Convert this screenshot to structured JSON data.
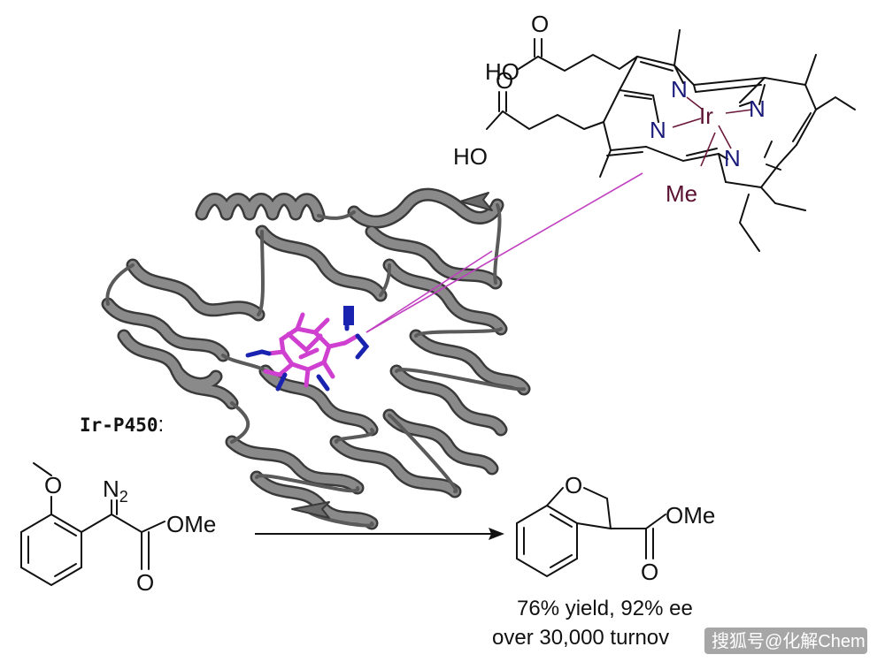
{
  "enzyme_label": "Ir-P450",
  "enzyme_label_colon": ":",
  "cofactor": {
    "acid_group_1": "HO",
    "acid_group_2": "HO",
    "oxygen_1": "O",
    "oxygen_2": "O",
    "nitrogen_1": "N",
    "nitrogen_2": "N",
    "nitrogen_3": "N",
    "nitrogen_4": "N",
    "metal": "Ir",
    "methyl_ligand": "Me"
  },
  "substrate": {
    "ether_oxygen": "O",
    "diazo_n": "N",
    "diazo_subscript": "2",
    "ester_group": "OMe",
    "carbonyl_oxygen": "O"
  },
  "product": {
    "ring_oxygen": "O",
    "ester_group": "OMe",
    "carbonyl_oxygen": "O"
  },
  "results": {
    "line1": "76% yield, 92% ee",
    "line2": "over 30,000 turnov"
  },
  "watermark": "搜狐号@化解Chem",
  "colors": {
    "protein_ribbon": "#6b6b6b",
    "heme_cofactor": "#d040d0",
    "residues": "#1a22b0",
    "pointer_line": "#c040c0",
    "iridium": "#5a1030",
    "nitrogen": "#1a1a7a"
  }
}
